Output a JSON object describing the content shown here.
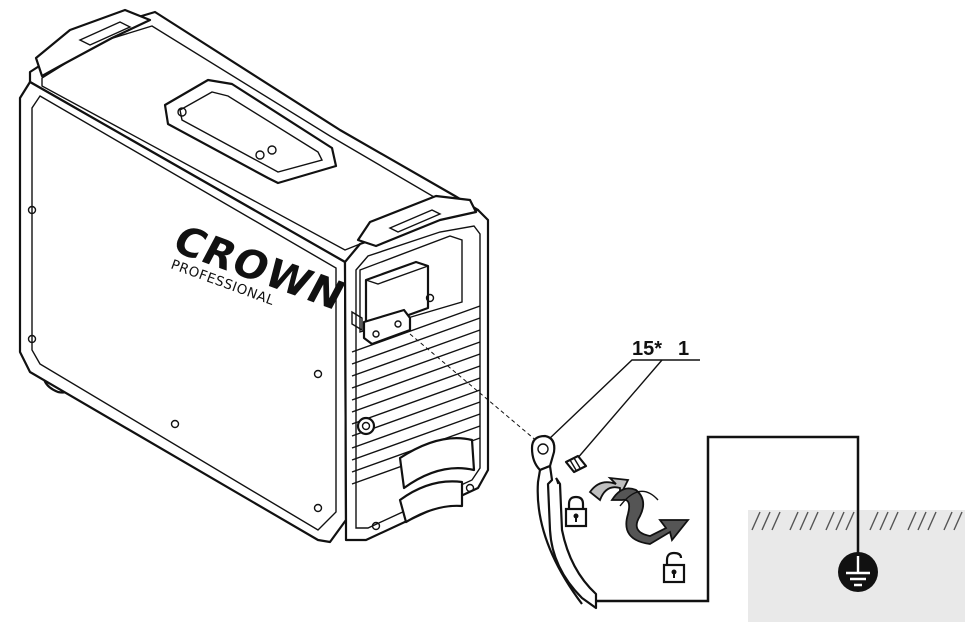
{
  "brand": {
    "name": "CROWN",
    "subtitle": "PROFESSIONAL"
  },
  "callouts": {
    "ground_lug": "15*",
    "screw": "1"
  },
  "icons": [
    "lock-icon",
    "unlock-icon",
    "ground-symbol-icon",
    "rotation-arrow-icon"
  ],
  "colors": {
    "line": "#111111",
    "ground_fill": "#e9e9e9",
    "page": "#ffffff"
  }
}
